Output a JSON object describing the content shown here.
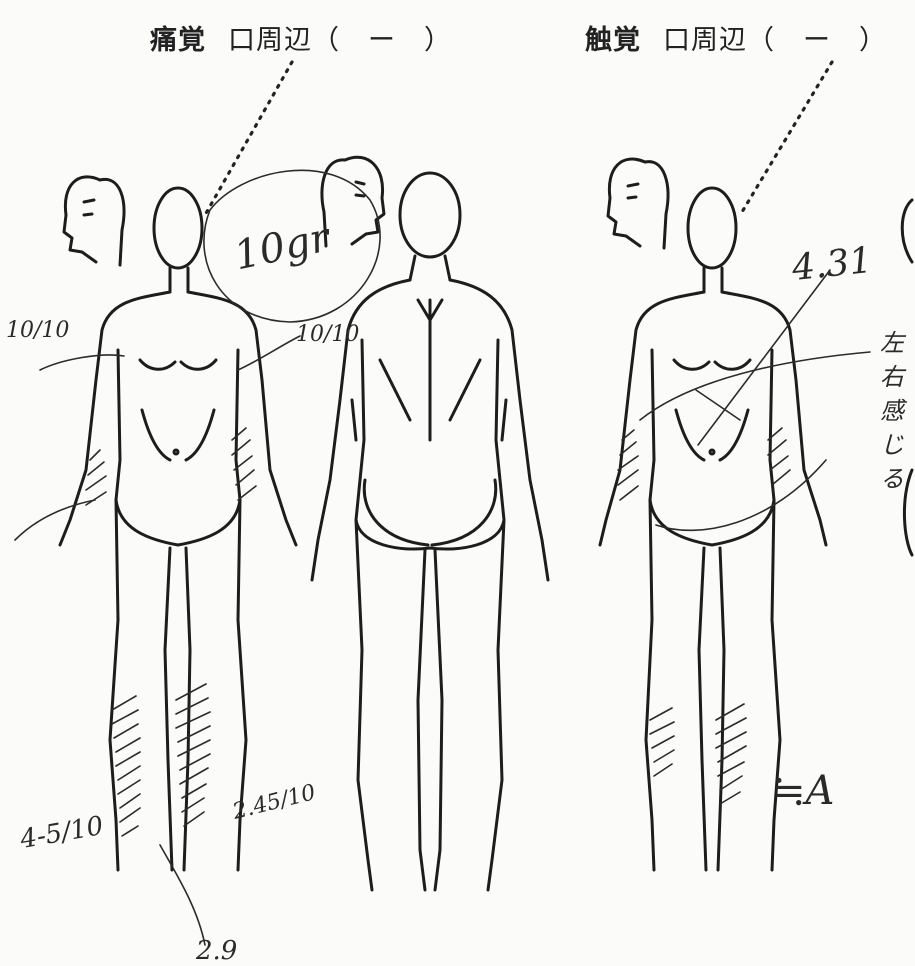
{
  "headers": {
    "pain": {
      "label": "痛覚",
      "sub": "口周辺（　ー　）"
    },
    "touch": {
      "label": "触覚",
      "sub": "口周辺（　ー　）"
    }
  },
  "annotations": {
    "pain_filament": "10gr",
    "pain_left_arm": "10/10",
    "pain_right_shoulder": "10/10",
    "pain_left_shin": "4-5/10",
    "pain_right_shin": "2.45/10",
    "pain_bottom": "2.9",
    "touch_filament": "4.31",
    "touch_side_note": "左右感じる",
    "touch_shin": "≒A"
  }
}
